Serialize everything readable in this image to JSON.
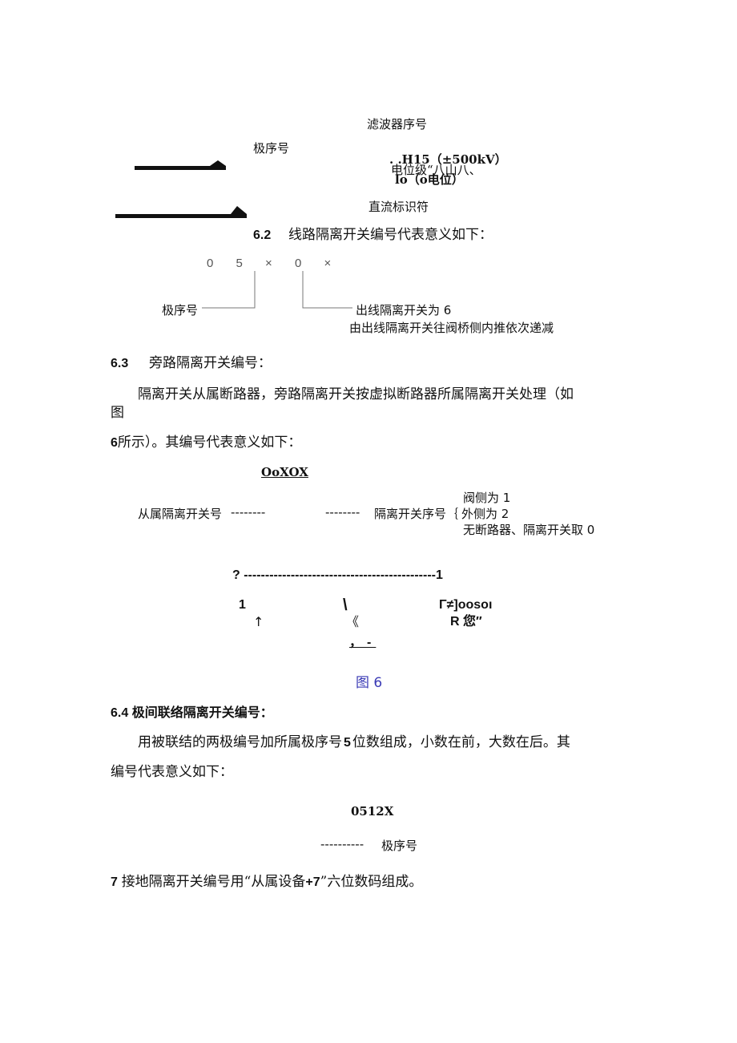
{
  "diagram1": {
    "filter_no": "滤波器序号",
    "pole_no": "极序号",
    "h15": ". .H15（±500kV）",
    "potential_level": "电位级“八山八、",
    "lo_potential": "lo（o电位）",
    "dc_identifier": "直流标识符"
  },
  "section_6_2": {
    "number": "6.2",
    "title": "线路隔离开关编号代表意义如下：",
    "code": "0 5 × 0 ×",
    "pole_label": "极序号",
    "outgoing_line": "出线隔离开关为 6",
    "outgoing_desc": "由出线隔离开关往阀桥侧内推依次递减"
  },
  "section_6_3": {
    "number": "6.3",
    "title": "旁路隔离开关编号：",
    "para_line1": "隔离开关从属断路器，旁路隔离开关按虚拟断路器所属隔离开关处理（如",
    "para_line2": "图",
    "para_line3_num": "6",
    "para_line3_text": "所示）。其编号代表意义如下：",
    "code": "OoXOX",
    "valve_side": "阀侧为 1",
    "sub_label": "从属隔离开关号",
    "dashes_left": "--------",
    "dashes_right": "--------",
    "switch_no": "隔离开关序号｛",
    "outer_side": "外侧为 2",
    "no_breaker": "无断路器、隔离开关取 0"
  },
  "figure6": {
    "dash_line": "? ---------------------------------------------1",
    "one": "1",
    "backslash": "\\",
    "right_sym": "Γ≠]oosoı",
    "up_arrow": "↑",
    "double_angle": "《",
    "r_label": "R 您″",
    "comma_dash": "，-",
    "caption": "图 6"
  },
  "section_6_4": {
    "heading": "6.4 极间联络隔离开关编号：",
    "para_a": "用被联结的两极编号加所属极序号",
    "para_num": "5",
    "para_b": "位数组成，小数在前，大数在后。其",
    "para_line2": "编号代表意义如下：",
    "code": "0512X",
    "dashes": "----------",
    "pole_label": "极序号"
  },
  "section_7": {
    "number": "7",
    "text_a": "接地隔离开关编号用“从属设备",
    "text_b": "+7",
    "text_c": "”六位数码组成。"
  }
}
